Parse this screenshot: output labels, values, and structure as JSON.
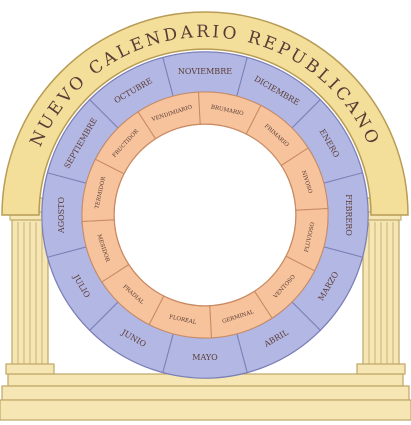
{
  "title": {
    "words": [
      "NUEVO",
      "CALENDARIO",
      "REPUBLICANO"
    ]
  },
  "gregorian_months": [
    "OCTUBRE",
    "NOVIEMBRE",
    "DICIEMBRE",
    "ENERO",
    "FEBRERO",
    "MARZO",
    "ABRIL",
    "MAYO",
    "JUNIO",
    "JULIO",
    "AGOSTO",
    "SEPTIEMBRE"
  ],
  "republican_months": [
    "VENDIMIARIO",
    "BRUMARIO",
    "FRIMARIO",
    "NIVOSO",
    "PLUVIOSO",
    "VENTOSO",
    "GERMINAL",
    "FLOREAL",
    "PRADIAL",
    "MESIDOR",
    "TERMIDOR",
    "FRUCTIDOR"
  ],
  "colors": {
    "arch_fill": "#f3df9a",
    "arch_stroke": "#b89c55",
    "outer_ring": "#b3b7e3",
    "outer_ring_stroke": "#7b7fb6",
    "inner_ring": "#f6c39c",
    "inner_ring_stroke": "#c98a62",
    "column": "#f5e6b3",
    "column_stroke": "#bfa565",
    "text": "#5a3b35"
  }
}
